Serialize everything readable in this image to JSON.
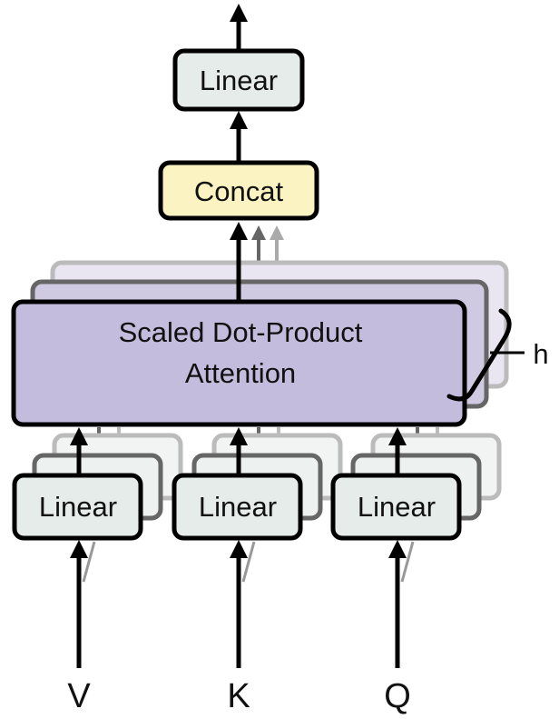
{
  "blocks": {
    "linear_top": "Linear",
    "concat": "Concat",
    "attention_line1": "Scaled Dot-Product",
    "attention_line2": "Attention",
    "linear_v": "Linear",
    "linear_k": "Linear",
    "linear_q": "Linear"
  },
  "inputs": {
    "v": "V",
    "k": "K",
    "q": "Q"
  },
  "heads_label": "h",
  "colors": {
    "linear_fill": "#e6ece9",
    "concat_fill": "#fbf4c2",
    "attention_fill": "#c3bcdc",
    "attention_back_fill": "#cfc9e2",
    "attention_far_fill": "#e9e6f1"
  }
}
